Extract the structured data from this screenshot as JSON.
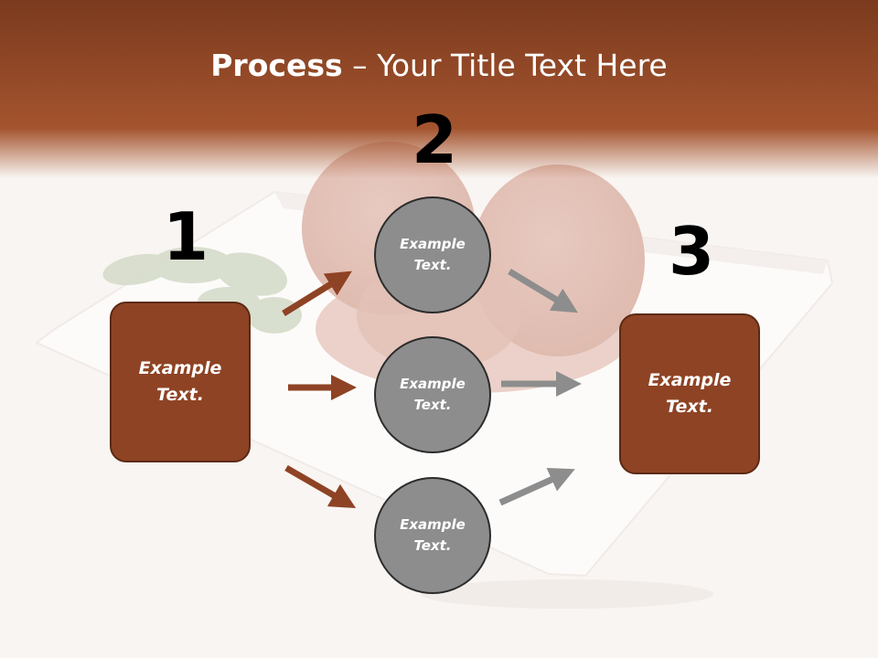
{
  "slide": {
    "title_bold": "Process",
    "title_rest": " – Your Title Text Here"
  },
  "steps": [
    {
      "number": "1",
      "text": "Example\nText."
    },
    {
      "number": "2",
      "text": "Example\nText."
    },
    {
      "number": "3",
      "text": "Example\nText."
    }
  ],
  "circles": [
    {
      "text": "Example\nText."
    },
    {
      "text": "Example\nText."
    },
    {
      "text": "Example\nText."
    }
  ],
  "colors": {
    "header": "#8e4324",
    "box_fill": "#8e4324",
    "circle_fill": "#8d8d8d",
    "arrow_left": "#8e4324",
    "arrow_right": "#8d8d8d"
  }
}
